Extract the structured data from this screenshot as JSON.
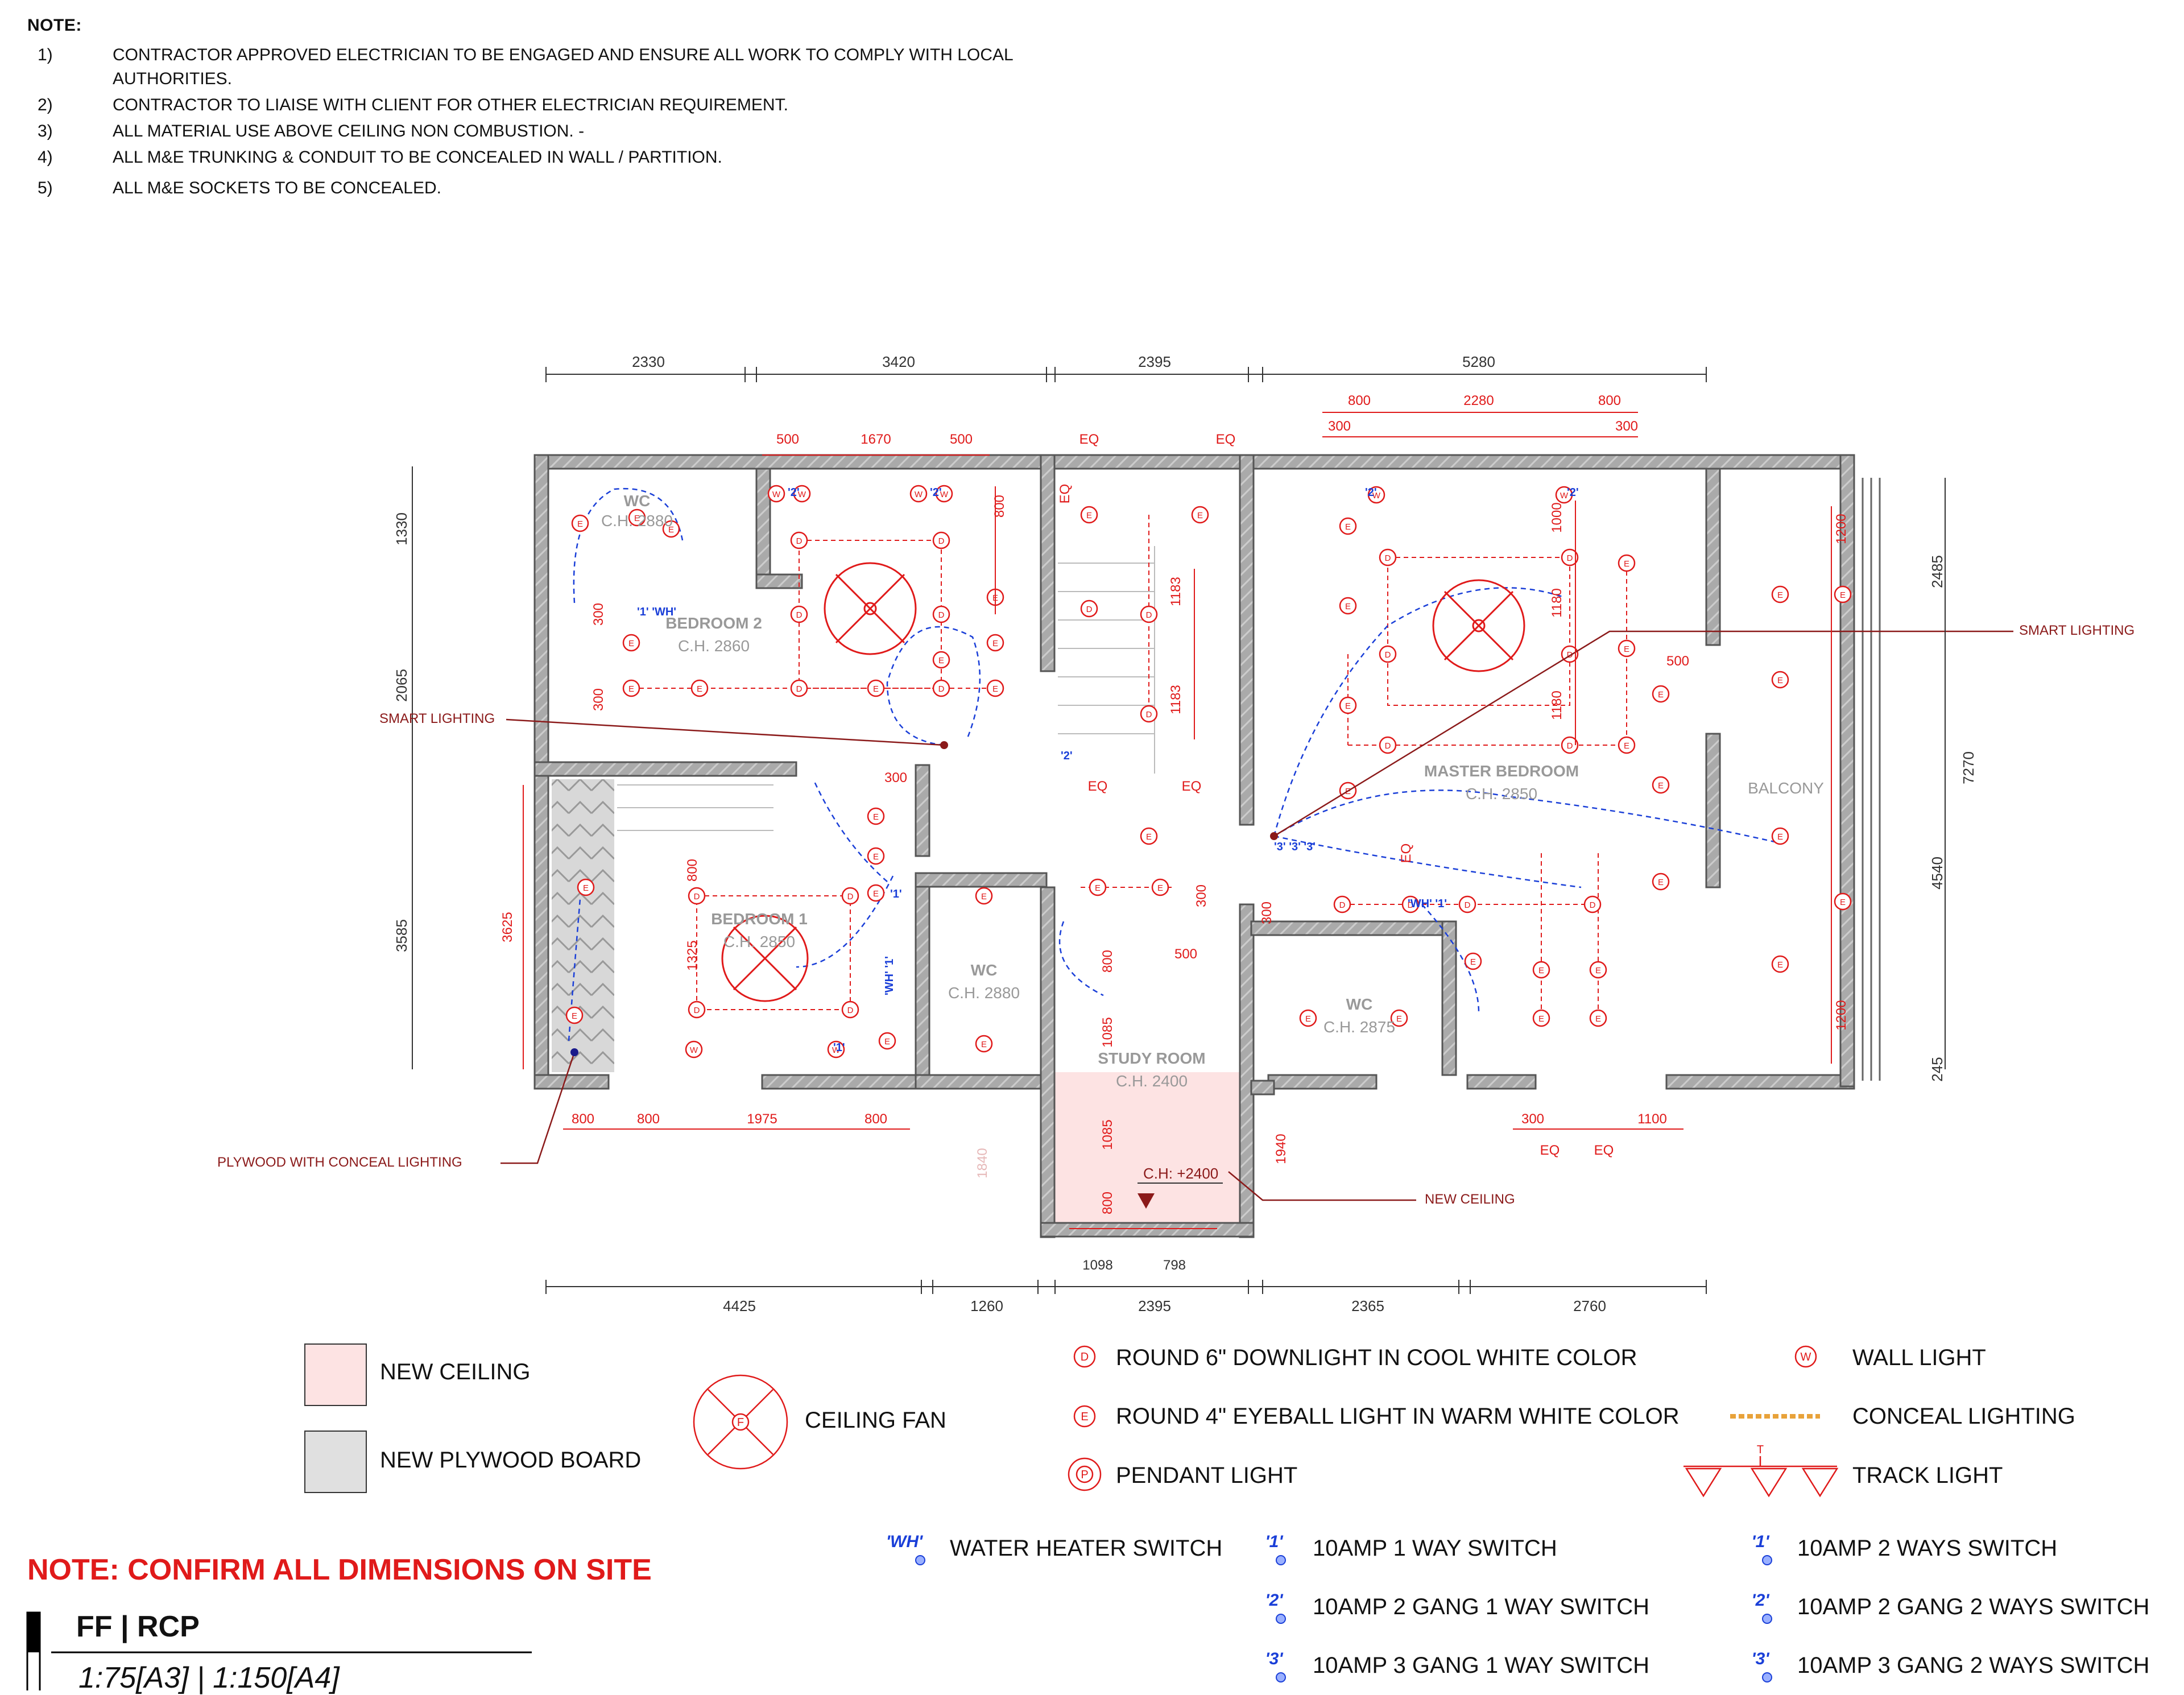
{
  "notes": {
    "heading": "NOTE:",
    "items": [
      {
        "num": "1)",
        "line1": "CONTRACTOR APPROVED ELECTRICIAN TO BE ENGAGED AND ENSURE ALL WORK TO COMPLY WITH LOCAL",
        "line2": "AUTHORITIES."
      },
      {
        "num": "2)",
        "line1": "CONTRACTOR TO LIAISE WITH CLIENT FOR OTHER ELECTRICIAN REQUIREMENT."
      },
      {
        "num": "3)",
        "line1": "ALL MATERIAL USE ABOVE CEILING NON COMBUSTION. -"
      },
      {
        "num": "4)",
        "line1": "ALL M&E TRUNKING & CONDUIT TO BE CONCEALED IN WALL / PARTITION."
      },
      {
        "num": "5)",
        "line1": "ALL M&E SOCKETS TO BE CONCEALED."
      }
    ]
  },
  "plan": {
    "top_dims": [
      "2330",
      "3420",
      "2395",
      "5280"
    ],
    "top_sub_dims": [
      "500",
      "1670",
      "500",
      "EQ",
      "EQ",
      "800",
      "2280",
      "800",
      "300",
      "300"
    ],
    "bottom_dims": [
      "4425",
      "1260",
      "2395",
      "2365",
      "2760"
    ],
    "bottom_sub_dims": [
      "800",
      "800",
      "1975",
      "800",
      "1098",
      "798",
      "300",
      "1100",
      "EQ",
      "EQ"
    ],
    "left_dims": [
      "1330",
      "2065",
      "3585"
    ],
    "right_dims": [
      "2485",
      "7270",
      "4540",
      "245"
    ],
    "inner_dims": [
      "1183",
      "1183",
      "1180",
      "1180",
      "1000",
      "1200",
      "1200",
      "500",
      "300",
      "300",
      "300",
      "800",
      "800",
      "1325",
      "3625",
      "300",
      "800",
      "500",
      "1085",
      "1085",
      "800",
      "300",
      "1940",
      "1840",
      "EQ",
      "EQ",
      "EQ",
      "EQ"
    ],
    "rooms": [
      {
        "name": "WC",
        "ch": "C.H. 2880"
      },
      {
        "name": "BEDROOM 2",
        "ch": "C.H. 2860"
      },
      {
        "name": "BEDROOM 1",
        "ch": "C.H. 2850"
      },
      {
        "name": "WC",
        "ch": "C.H. 2880"
      },
      {
        "name": "STUDY ROOM",
        "ch": "C.H. 2400"
      },
      {
        "name": "MASTER BEDROOM",
        "ch": "C.H. 2850"
      },
      {
        "name": "WC",
        "ch": "C.H. 2875"
      },
      {
        "name": "BALCONY",
        "ch": ""
      }
    ],
    "callouts": {
      "smart_left": "SMART LIGHTING",
      "smart_right": "SMART LIGHTING",
      "plywood": "PLYWOOD WITH CONCEAL LIGHTING",
      "new_ceiling": "NEW CEILING",
      "ch_tag": "C.H: +2400"
    },
    "switch_tags": [
      "'1' 'WH'",
      "'2'",
      "'2'",
      "'2'",
      "'2'",
      "'3' '3' '3'",
      "'WH' '1'",
      "'1'",
      "'1'",
      "'WH' '1'",
      "'2'"
    ]
  },
  "legend": {
    "new_ceiling": "NEW CEILING",
    "new_plywood": "NEW PLYWOOD BOARD",
    "ceiling_fan": "CEILING FAN",
    "downlight": "ROUND 6\" DOWNLIGHT IN COOL WHITE COLOR",
    "eyeball": "ROUND 4\" EYEBALL LIGHT IN WARM WHITE COLOR",
    "pendant": "PENDANT LIGHT",
    "wall_light": "WALL LIGHT",
    "conceal": "CONCEAL LIGHTING",
    "track": "TRACK LIGHT",
    "wh_switch": "WATER HEATER SWITCH",
    "s1": "10AMP 1 WAY SWITCH",
    "s2": "10AMP 2 GANG 1 WAY SWITCH",
    "s3": "10AMP 3 GANG 1 WAY SWITCH",
    "s1w": "10AMP 2 WAYS SWITCH",
    "s2w": "10AMP 2 GANG 2 WAYS SWITCH",
    "s3w": "10AMP 3 GANG 2 WAYS SWITCH",
    "sym_d": "D",
    "sym_e": "E",
    "sym_p": "P",
    "sym_w": "W",
    "sym_f": "F",
    "sym_t": "T",
    "tag_wh": "'WH'",
    "tag_1": "'1'",
    "tag_2": "'2'",
    "tag_3": "'3'"
  },
  "footer": {
    "confirm": "NOTE: CONFIRM ALL DIMENSIONS ON SITE",
    "title": "FF | RCP",
    "scale": "1:75[A3] | 1:150[A4]"
  },
  "colors": {
    "red": "#e01a1a",
    "blue": "#1a3fd8",
    "wall": "#888888",
    "new_ceiling": "#fde3e3",
    "plywood": "#e0e0e0",
    "callout": "#8b1a1a"
  }
}
